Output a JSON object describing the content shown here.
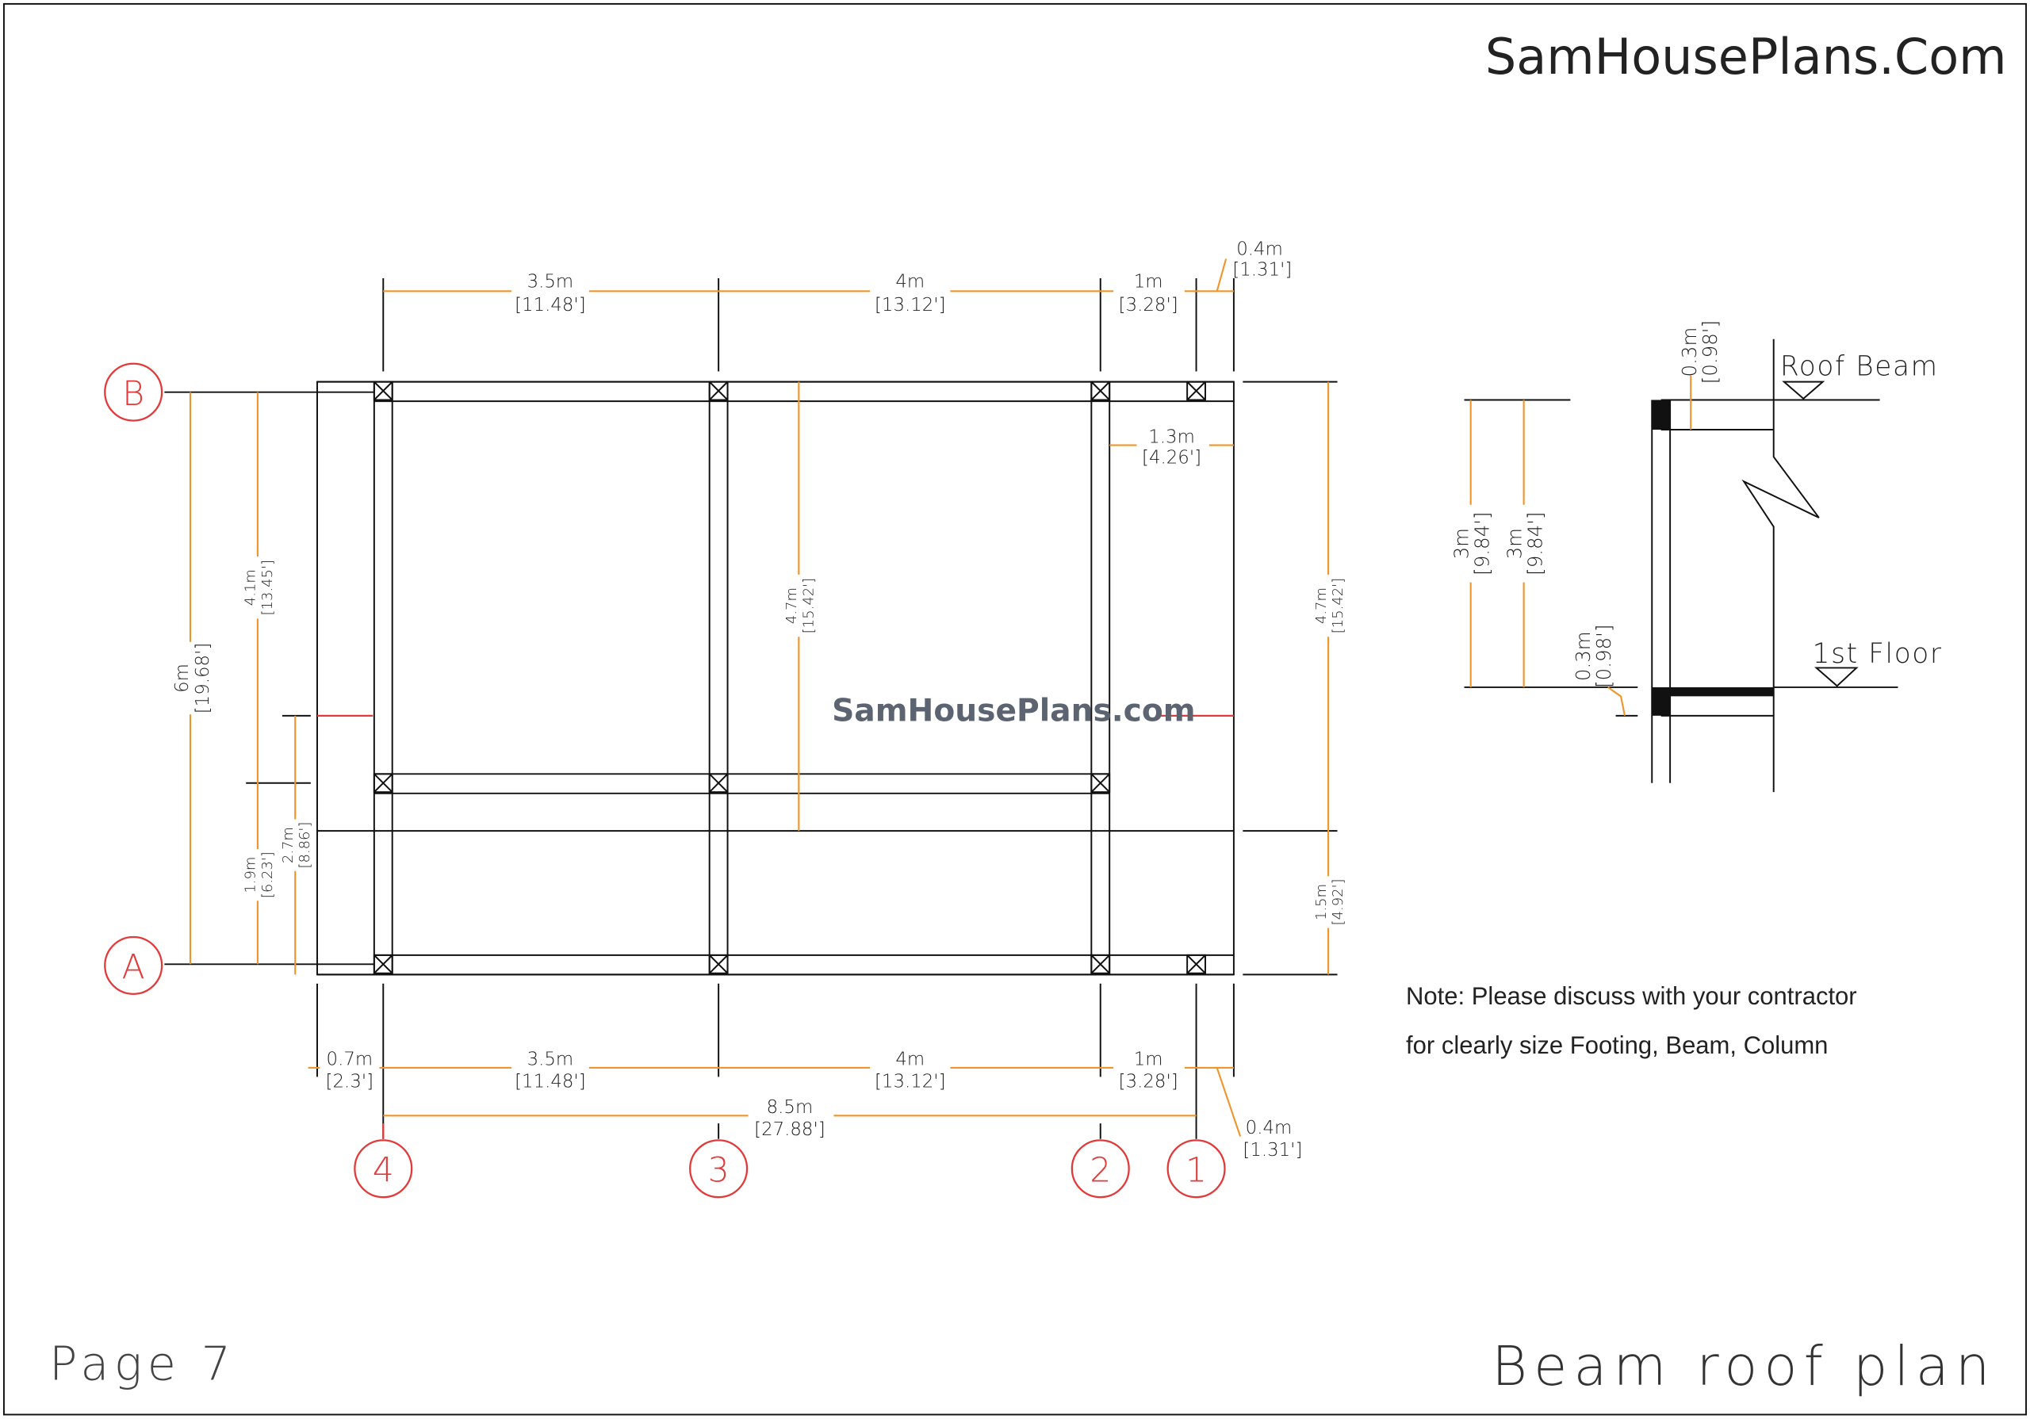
{
  "site_title": "SamHousePlans.Com",
  "watermark": "SamHousePlans.com",
  "page_label": "Page 7",
  "sheet_title": "Beam roof plan",
  "note": {
    "line1": "Note: Please discuss with your contractor",
    "line2": "for clearly size Footing, Beam, Column"
  },
  "grid": {
    "cols": [
      "4",
      "3",
      "2",
      "1"
    ],
    "rows": [
      "A",
      "B"
    ]
  },
  "dims_top": [
    {
      "m": "3.5m",
      "ft": "[11.48']"
    },
    {
      "m": "4m",
      "ft": "[13.12']"
    },
    {
      "m": "1m",
      "ft": "[3.28']"
    },
    {
      "m": "0.4m",
      "ft": "[1.31']"
    }
  ],
  "dims_bottom": [
    {
      "m": "0.7m",
      "ft": "[2.3']"
    },
    {
      "m": "3.5m",
      "ft": "[11.48']"
    },
    {
      "m": "4m",
      "ft": "[13.12']"
    },
    {
      "m": "1m",
      "ft": "[3.28']"
    },
    {
      "m": "0.4m",
      "ft": "[1.31']"
    }
  ],
  "dim_total": {
    "m": "8.5m",
    "ft": "[27.88']"
  },
  "dims_left": [
    {
      "m": "6m",
      "ft": "[19.68']"
    },
    {
      "m": "4.1m",
      "ft": "[13.45']"
    },
    {
      "m": "1.9m",
      "ft": "[6.23']"
    },
    {
      "m": "2.7m",
      "ft": "[8.86']"
    }
  ],
  "dim_mid": {
    "m": "4.7m",
    "ft": "[15.42']"
  },
  "dim_right_top": {
    "m": "1.3m",
    "ft": "[4.26']"
  },
  "dims_right": [
    {
      "m": "4.7m",
      "ft": "[15.42']"
    },
    {
      "m": "1.5m",
      "ft": "[4.92']"
    }
  ],
  "section": {
    "roof_label": "Roof Beam",
    "floor_label": "1st Floor",
    "height1": {
      "m": "3m",
      "ft": "[9.84']"
    },
    "height2": {
      "m": "3m",
      "ft": "[9.84']"
    },
    "beam_top": {
      "m": "0.3m",
      "ft": "[0.98']"
    },
    "beam_bottom": {
      "m": "0.3m",
      "ft": "[0.98']"
    }
  }
}
